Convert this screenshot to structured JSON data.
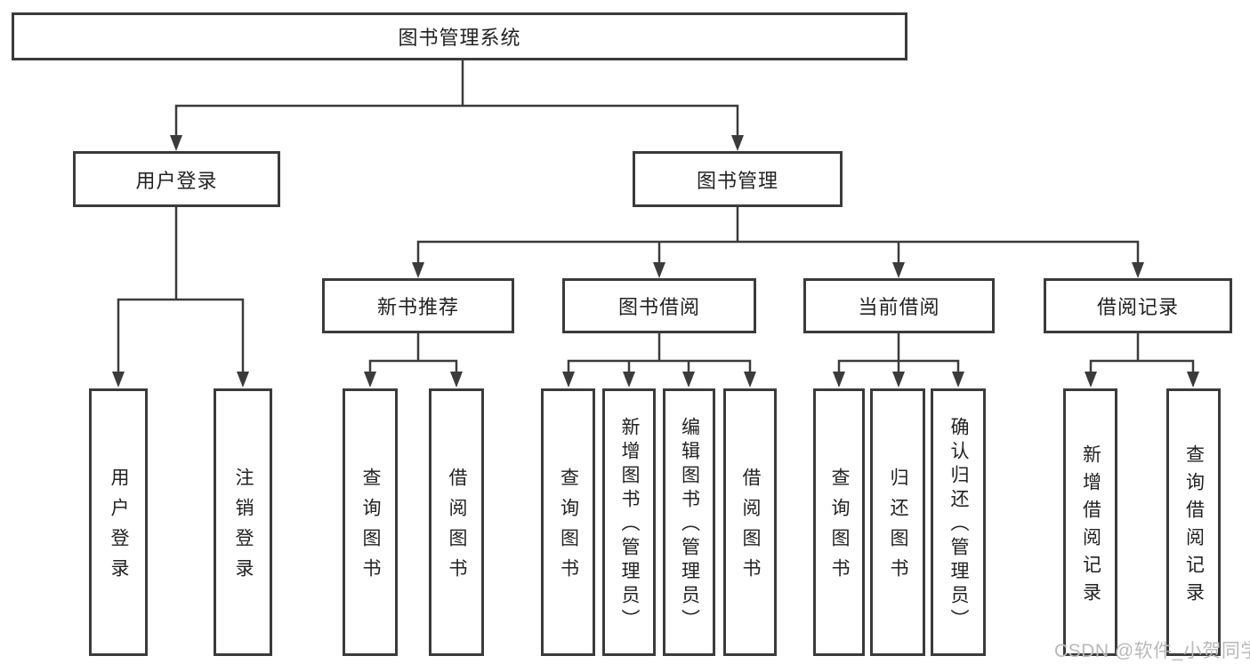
{
  "colors": {
    "line": "#3b3b3b",
    "box_border": "#3b3b3b",
    "text": "#222222",
    "watermark": "#b9b9b9",
    "background": "#ffffff"
  },
  "diagram": {
    "type": "hierarchy-tree",
    "root": {
      "label": "图书管理系统"
    },
    "branches": [
      {
        "label": "用户登录",
        "children": [
          {
            "label": "用户登录"
          },
          {
            "label": "注销登录"
          }
        ]
      },
      {
        "label": "图书管理",
        "children": [
          {
            "label": "新书推荐",
            "children": [
              {
                "label": "查询图书"
              },
              {
                "label": "借阅图书"
              }
            ]
          },
          {
            "label": "图书借阅",
            "children": [
              {
                "label": "查询图书"
              },
              {
                "label": "新增图书（管理员）"
              },
              {
                "label": "编辑图书（管理员）"
              },
              {
                "label": "借阅图书"
              }
            ]
          },
          {
            "label": "当前借阅",
            "children": [
              {
                "label": "查询图书"
              },
              {
                "label": "归还图书"
              },
              {
                "label": "确认归还（管理员）"
              }
            ]
          },
          {
            "label": "借阅记录",
            "children": [
              {
                "label": "新增借阅记录"
              },
              {
                "label": "查询借阅记录"
              }
            ]
          }
        ]
      }
    ]
  },
  "watermark": {
    "text": "CSDN @软件_小贺同学"
  }
}
